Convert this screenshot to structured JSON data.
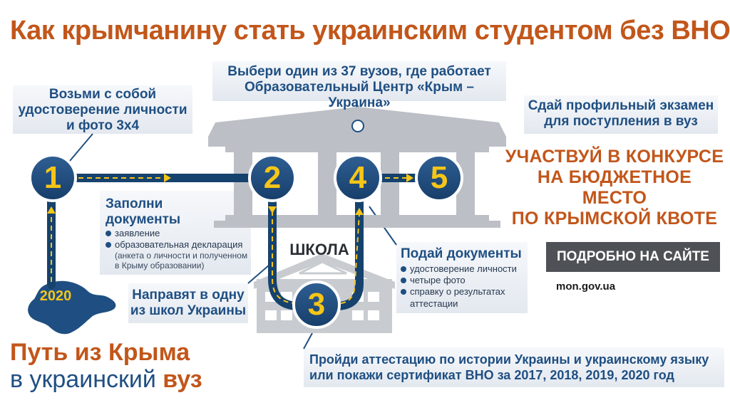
{
  "title": "Как крымчанину стать украинским студентом без ВНО",
  "steps": {
    "step1": {
      "number": "1",
      "text_lines": [
        "Возьми с собой",
        "удостоверение личности",
        "и фото 3х4"
      ]
    },
    "step2": {
      "number": "2",
      "text_lines": [
        "Выбери один из 37 вузов, где работает",
        "Образовательный Центр «Крым – Украина»"
      ]
    },
    "step_fill": {
      "title_lines": [
        "Заполни",
        "документы"
      ],
      "items": [
        "заявление",
        "образовательная декларация"
      ],
      "note_lines": [
        "(анкета о личности и полученном",
        "в Крыму образовании)"
      ]
    },
    "step_schools": {
      "text_lines": [
        "Направят в одну",
        "из школ Украины"
      ]
    },
    "step3": {
      "number": "3",
      "text_lines": [
        "Пройди аттестацию по истории Украины и украинскому языку",
        "или покажи сертификат ВНО за 2017, 2018, 2019, 2020  год"
      ]
    },
    "step4": {
      "number": "4",
      "title": "Подай документы",
      "items": [
        "удостоверение личности",
        "четыре фото",
        "справку о результатах"
      ],
      "item_cont": "аттестации"
    },
    "step5": {
      "number": "5",
      "text_lines": [
        "Сдай профильный экзамен",
        "для поступления в вуз"
      ]
    }
  },
  "contest_lines": [
    "УЧАСТВУЙ В КОНКУРСЕ",
    "НА БЮДЖЕТНОЕ МЕСТО",
    "ПО КРЫМСКОЙ КВОТЕ"
  ],
  "school_label": "ШКОЛА",
  "crimea_year": "2020",
  "website": {
    "header": "ПОДРОБНО НА САЙТЕ",
    "url": "mon.gov.ua"
  },
  "path_title": {
    "line1": "Путь из Крыма",
    "line2_prefix": "в украинский ",
    "line2_bold": "вуз"
  },
  "colors": {
    "navy": "#1f4f82",
    "accent_orange": "#c2561a",
    "number_yellow": "#f5c518",
    "building_gray": "#bcc0c6",
    "label_bg": "#eef1f6",
    "website_dark": "#4e5156"
  }
}
